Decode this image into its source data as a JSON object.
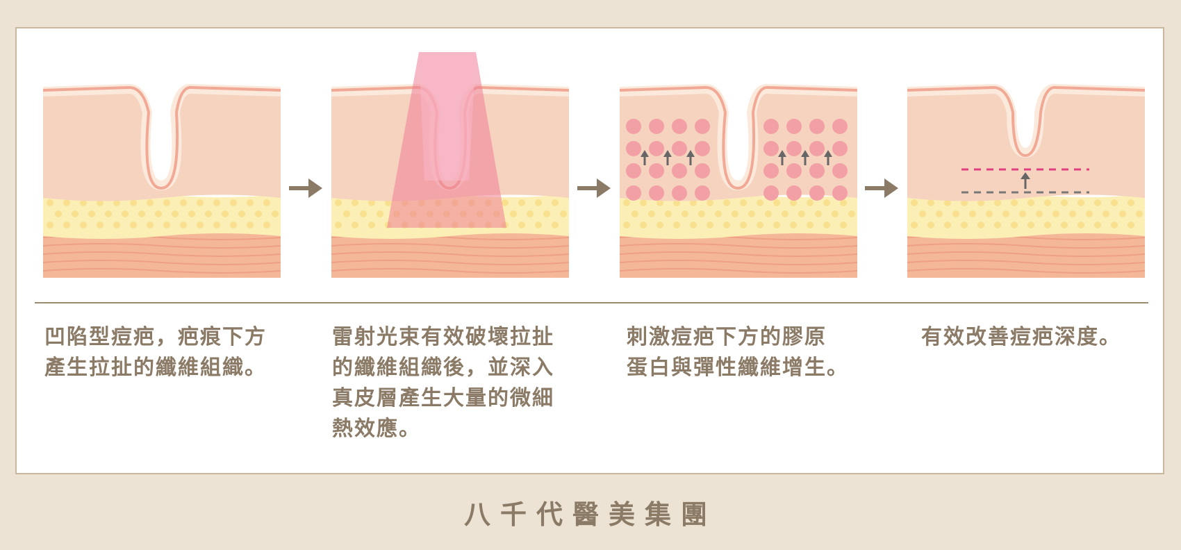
{
  "colors": {
    "background": "#ece3d4",
    "card": "#ffffff",
    "border": "#c9b89e",
    "text": "#8a7a66",
    "skin": "#f6d3bf",
    "skin_edge": "#f1a996",
    "epidermis": "#fbe9dc",
    "fat": "#fcefb5",
    "fat_dots": "#f8e08f",
    "muscle": "#f4b899",
    "muscle_lines": "#ef9f83",
    "laser": "#ee7d96",
    "collagen": "#f2a0a5",
    "arrow": "#8a7a66",
    "target_line": "#e0407d",
    "baseline": "#777777"
  },
  "steps": [
    {
      "icon": "depressed-scar-skin-icon",
      "lines": [
        "凹陷型痘疤，疤痕下方",
        "產生拉扯的纖維組織。"
      ]
    },
    {
      "icon": "laser-beam-skin-icon",
      "lines": [
        "雷射光束有效破壞拉扯",
        "的纖維組織後，並深入",
        "真皮層產生大量的微細",
        "熱效應。"
      ]
    },
    {
      "icon": "collagen-growth-skin-icon",
      "lines": [
        "刺激痘疤下方的膠原",
        "蛋白與彈性纖維增生。"
      ]
    },
    {
      "icon": "improved-scar-skin-icon",
      "lines": [
        "有效改善痘疤深度。"
      ]
    }
  ],
  "step_arrow_icon": "right-arrow-icon",
  "brand": "八千代醫美集團"
}
